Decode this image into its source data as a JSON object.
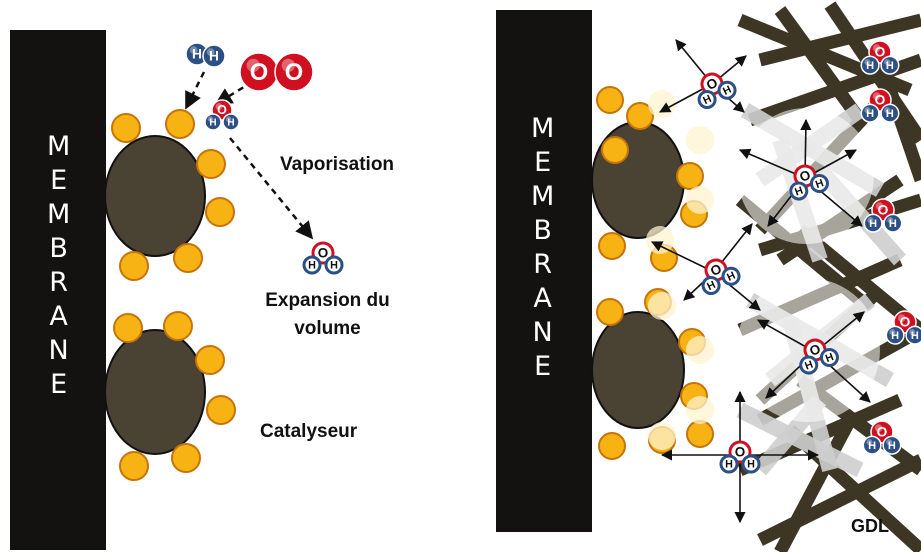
{
  "membrane_label": "MEMBRANE",
  "labels": {
    "vaporisation": "Vaporisation",
    "expansion_line1": "Expansion du",
    "expansion_line2": "volume",
    "catalyseur": "Catalyseur",
    "gdl": "GDL"
  },
  "atoms": {
    "hydrogen": "H",
    "oxygen": "O"
  },
  "colors": {
    "membrane": "#141210",
    "carbon_support": "#4a4232",
    "platinum": "#f6b313",
    "oxygen": "#d01020",
    "hydrogen": "#2c4f86",
    "gdl_fiber_dark": "#3d3625",
    "gdl_fiber_light": "#cfcfcf"
  }
}
